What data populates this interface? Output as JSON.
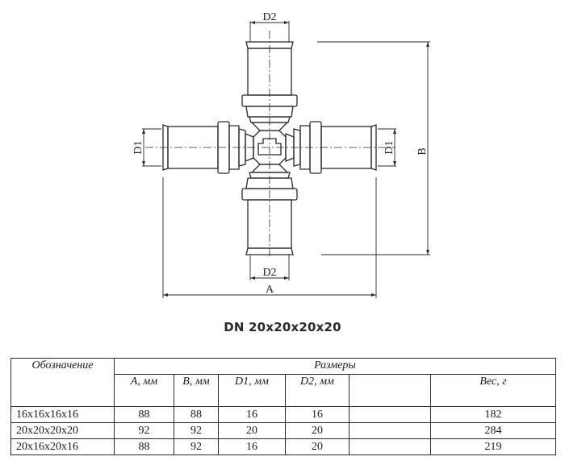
{
  "drawing": {
    "labels": {
      "d2_top": "D2",
      "d2_bottom": "D2",
      "d1_left": "D1",
      "d1_right": "D1",
      "a": "A",
      "b": "B"
    }
  },
  "caption": "DN 20x20x20x20",
  "table": {
    "header": {
      "designation": "Обозначение",
      "dimensions_group": "Размеры",
      "columns": [
        "A, мм",
        "B, мм",
        "D1, мм",
        "D2, мм",
        "",
        "Вес, г"
      ]
    },
    "rows": [
      {
        "designation": "16x16x16x16",
        "a": "88",
        "b": "88",
        "d1": "16",
        "d2": "16",
        "blank": "",
        "weight": "182"
      },
      {
        "designation": "20x20x20x20",
        "a": "92",
        "b": "92",
        "d1": "20",
        "d2": "20",
        "blank": "",
        "weight": "284"
      },
      {
        "designation": "20x16x20x16",
        "a": "88",
        "b": "92",
        "d1": "16",
        "d2": "20",
        "blank": "",
        "weight": "219"
      }
    ]
  },
  "colors": {
    "line": "#2a2a2a",
    "background": "#ffffff"
  }
}
